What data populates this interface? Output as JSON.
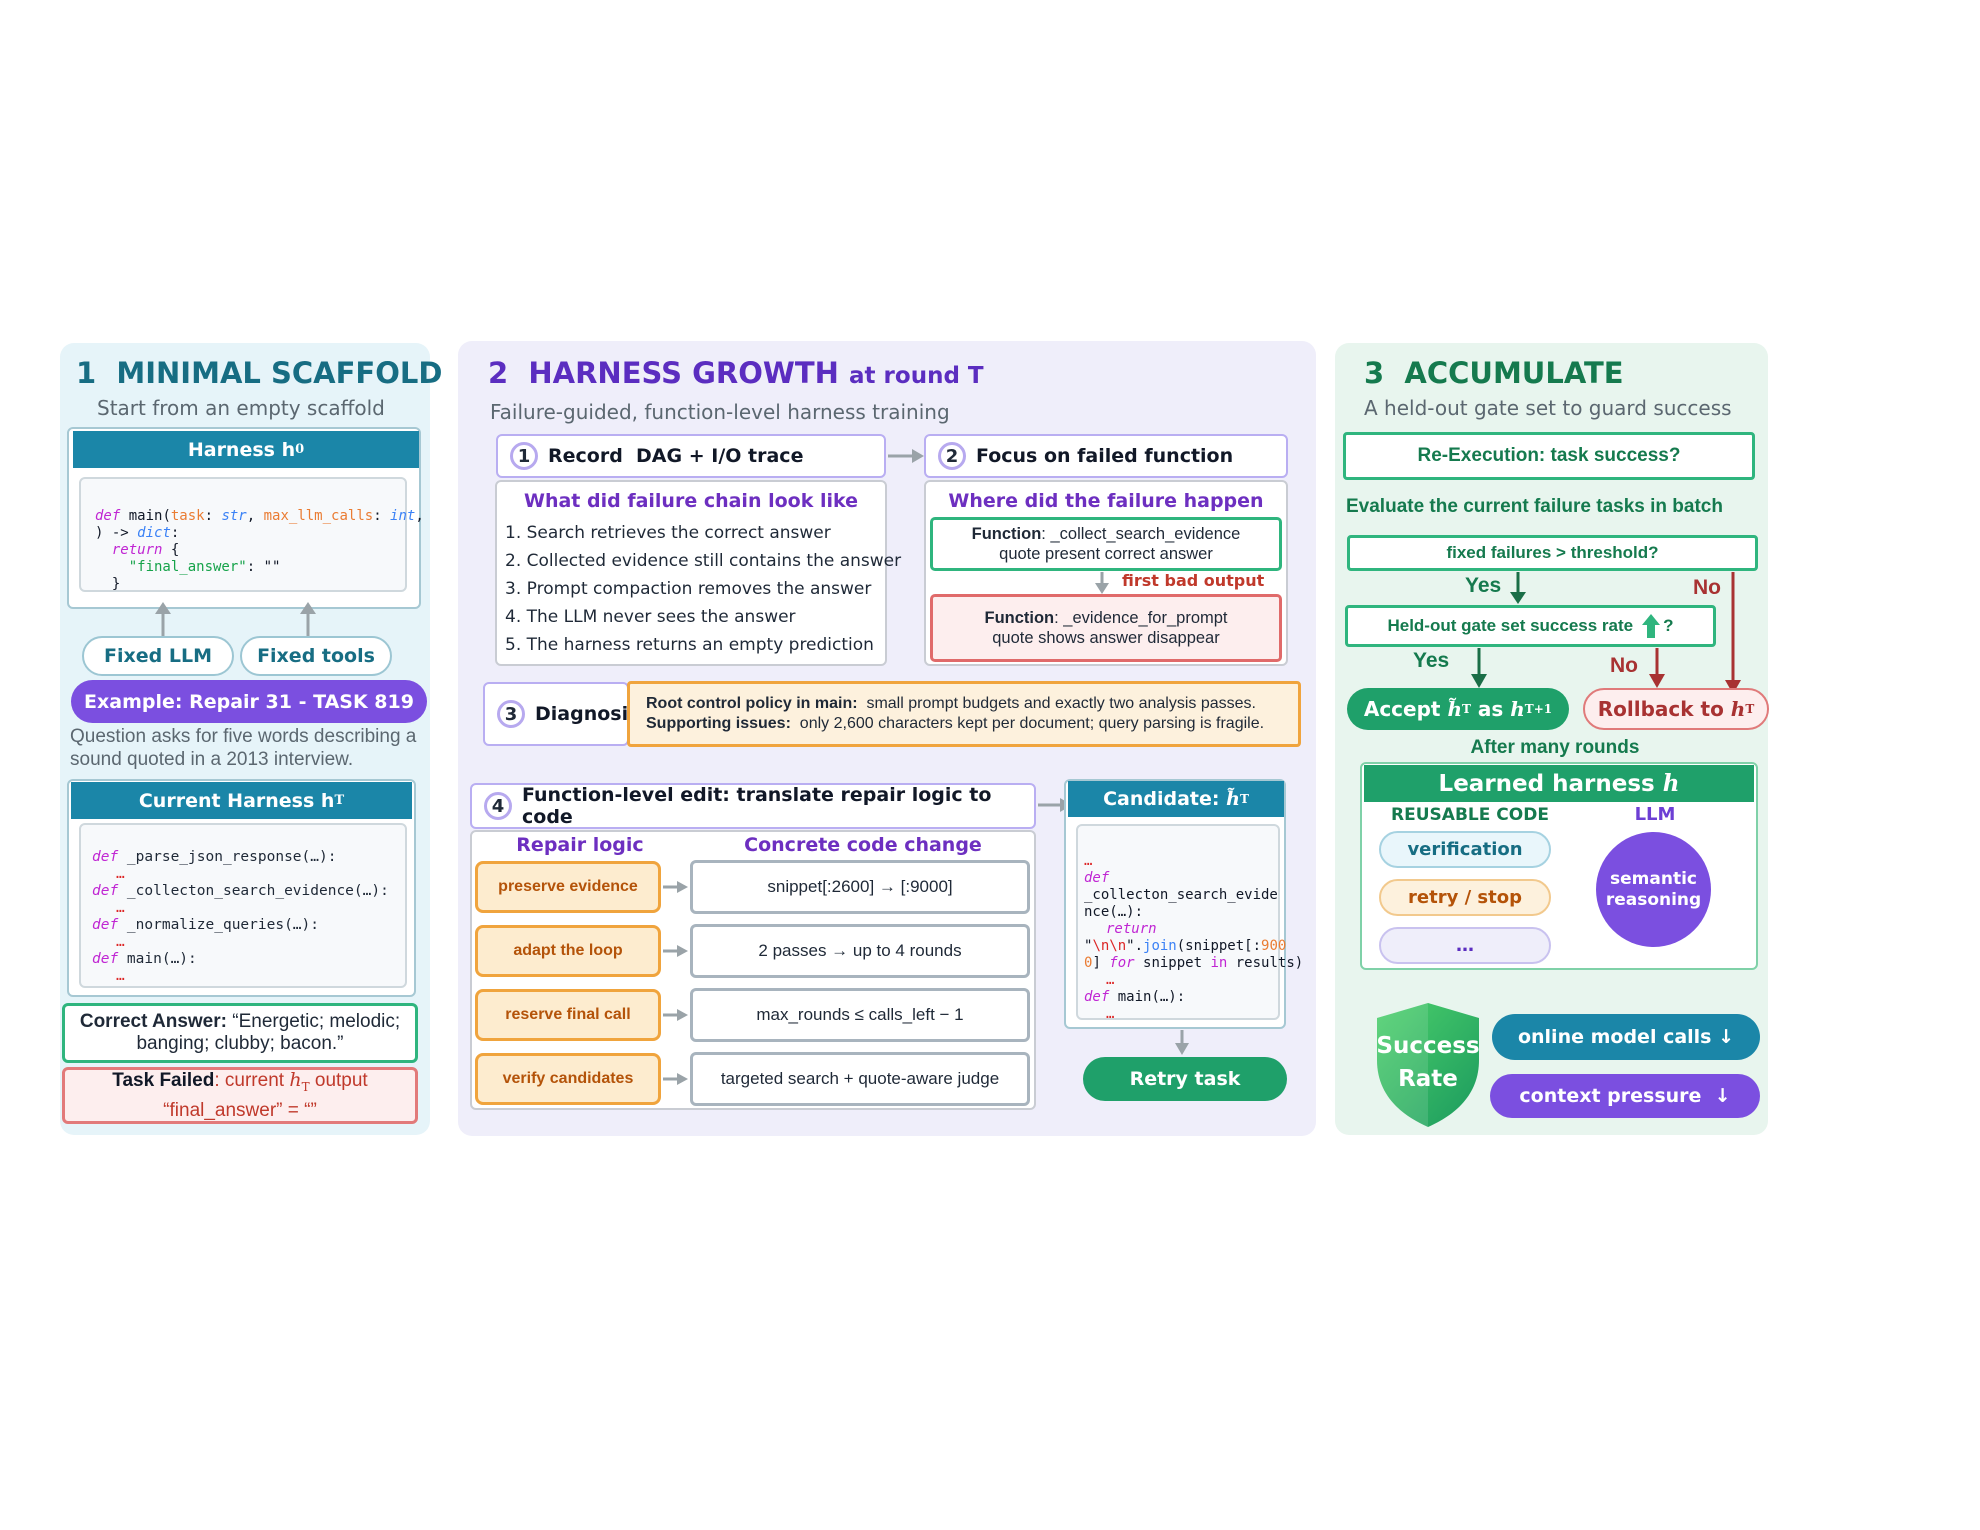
{
  "p1": {
    "num": "1",
    "title": "MINIMAL SCAFFOLD",
    "subtitle": "Start from an empty scaffold",
    "harness0_label": "Harness h",
    "harness0_sub": "0",
    "code_h0": {
      "l1_def": "def",
      "l1_name": " main(",
      "l1_task": "task",
      "l1_colon1": ": ",
      "l1_str": "str",
      "l1_comma": ", ",
      "l1_max": "max_llm_calls",
      "l1_colon2": ": ",
      "l1_int": "int",
      "l1_end": ",",
      "l2_a": ") -> ",
      "l2_dict": "dict",
      "l2_b": ":",
      "l3_ret": "return",
      "l3_b": " {",
      "l4_key": "\"final_answer\"",
      "l4_b": ": \"\"",
      "l5": "}"
    },
    "fixed_llm": "Fixed LLM",
    "fixed_tools": "Fixed tools",
    "example_label": "Example: Repair 31 - TASK 819",
    "question_text": "Question asks for five words describing a sound quoted in a 2013 interview.",
    "current_label": "Current Harness h",
    "current_sub": "T",
    "current_code": [
      {
        "kw": "def",
        "name": " _parse_json_response(…):"
      },
      {
        "kw": "def",
        "name": " _collecton_search_evidence(…):"
      },
      {
        "kw": "def",
        "name": " _normalize_queries(…):"
      },
      {
        "kw": "def",
        "name": " main(…):"
      }
    ],
    "ellipsis": "…",
    "correct_label": "Correct Answer:",
    "correct_value": "“Energetic; melodic; banging; clubby; bacon.”",
    "failed_label": "Task Failed",
    "failed_mid": ": current ",
    "failed_h": "h",
    "failed_sub": "T",
    "failed_end": " output",
    "failed_value": "“final_answer” = “”"
  },
  "p2": {
    "num": "2",
    "title": "HARNESS GROWTH",
    "title_suffix": "at round T",
    "subtitle": "Failure-guided, function-level harness training",
    "step1_num": "1",
    "step1_label": "Record  DAG + I/O trace",
    "step2_num": "2",
    "step2_label": "Focus on failed function",
    "chain_title": "What did failure chain look like",
    "chain_items": [
      "1. Search retrieves the correct answer",
      "2. Collected evidence still contains the answer",
      "3. Prompt compaction removes the answer",
      "4. The LLM never sees the answer",
      "5. The harness returns an empty prediction"
    ],
    "where_title": "Where did the failure happen",
    "func_label": "Function",
    "good_fn": ": _collect_search_evidence",
    "good_desc": "quote present correct answer",
    "bad_output": "first bad output",
    "bad_fn": ": _evidence_for_prompt",
    "bad_desc": "quote shows answer disappear",
    "step3_num": "3",
    "step3_label": "Diagnosis",
    "root_label": "Root control policy in main:",
    "root_text": "small prompt budgets and exactly two analysis passes.",
    "support_label": "Supporting issues:",
    "support_text": "only 2,600 characters kept per document; query parsing is fragile.",
    "step4_num": "4",
    "step4_label": "Function-level edit: translate repair logic to code",
    "repair_header": "Repair logic",
    "code_header": "Concrete code change",
    "repairs": [
      {
        "logic": "preserve evidence",
        "code": "snippet[:2600]  →  [:9000]"
      },
      {
        "logic": "adapt the loop",
        "code": "2 passes  →  up to 4 rounds"
      },
      {
        "logic": "reserve final call",
        "code": "max_rounds  ≤  calls_left − 1"
      },
      {
        "logic": "verify candidates",
        "code": "targeted search + quote-aware judge"
      }
    ],
    "candidate_label": "Candidate: ",
    "candidate_h": "h̃",
    "candidate_sub": "T",
    "cand_code": {
      "l1": "…",
      "l2": "def",
      "l3": "_collecton_search_evide",
      "l4": "nce(…):",
      "l5": "return",
      "l6a": "\"",
      "l6b": "\\n\\n",
      "l6c": "\".",
      "l6d": "join",
      "l6e": "(snippet[:",
      "l6f": "900",
      "l7a": "0",
      "l7b": "] ",
      "l7c": "for",
      "l7d": " snippet ",
      "l7e": "in",
      "l7f": " results)",
      "l8": "…",
      "l9a": "def",
      "l9b": " main(…):",
      "l10": "…"
    },
    "retry_label": "Retry task"
  },
  "p3": {
    "num": "3",
    "title": "ACCUMULATE",
    "subtitle": "A held-out gate set to guard success",
    "reexec": "Re-Execution: task success?",
    "evaluate": "Evaluate the current failure tasks in batch",
    "threshold": "fixed failures > threshold?",
    "yes": "Yes",
    "no": "No",
    "heldout": "Held-out gate set success rate",
    "heldout_q": "?",
    "accept_a": "Accept ",
    "accept_h": "h̃",
    "accept_sub": "T",
    "accept_as": " as ",
    "accept_h2": "h",
    "accept_sub2": "T+1",
    "rollback_a": "Rollback to ",
    "rollback_h": "h",
    "rollback_sub": "T",
    "after_rounds": "After many rounds",
    "learned": "Learned harness ",
    "learned_h": "h",
    "reusable": "REUSABLE CODE",
    "llm": "LLM",
    "pills": [
      "verification",
      "retry / stop",
      "…"
    ],
    "semantic": "semantic reasoning",
    "success": "Success Rate",
    "online": "online model calls ↓",
    "context": "context pressure  ↓"
  },
  "colors": {
    "teal": "#1b86a8",
    "purple": "#6d3fd4",
    "green": "#1fa06a",
    "red": "#c0392b",
    "orange": "#f0a43d"
  }
}
